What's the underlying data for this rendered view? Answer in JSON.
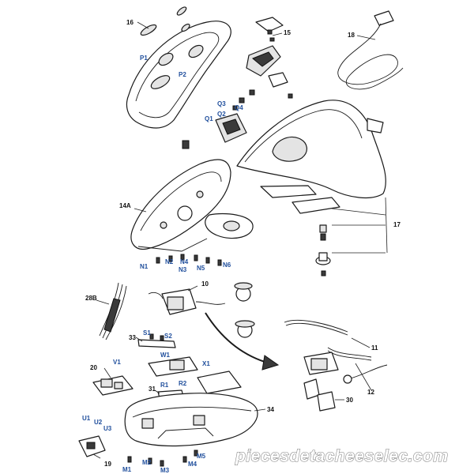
{
  "colors": {
    "callout_black": "#111111",
    "callout_blue": "#1f4e9c",
    "watermark_outline": "#7f7f7f"
  },
  "labels": {
    "n16": "16",
    "n15": "15",
    "n18": "18",
    "p1": "P1",
    "p2": "P2",
    "q1": "Q1",
    "q2": "Q2",
    "q3": "Q3",
    "q4": "Q4",
    "n14a": "14A",
    "n17": "17",
    "n1": "N1",
    "n2": "N2",
    "n3": "N3",
    "n4": "N4",
    "n5": "N5",
    "n6": "N6",
    "n10": "10",
    "n28b": "28B",
    "n33": "33",
    "s1": "S1",
    "s2": "S2",
    "n11": "11",
    "w1": "W1",
    "n20": "20",
    "v1": "V1",
    "x1": "X1",
    "n12": "12",
    "n31": "31",
    "r1": "R1",
    "r2": "R2",
    "n30": "30",
    "n34": "34",
    "u1": "U1",
    "u2": "U2",
    "u3": "U3",
    "n19": "19",
    "m1": "M1",
    "m2": "M2",
    "m3": "M3",
    "m4": "M4",
    "m5": "M5"
  },
  "watermark": "piecesdetacheeselec.com"
}
